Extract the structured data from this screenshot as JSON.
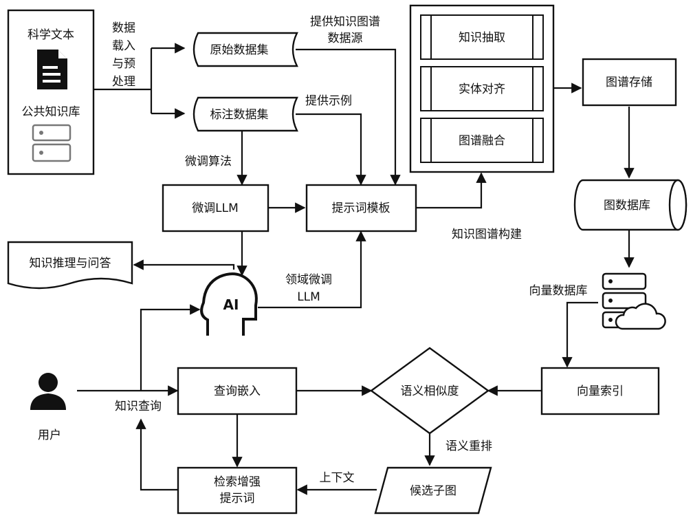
{
  "diagram": {
    "nodes": {
      "science_text": "科学文本",
      "public_kb": "公共知识库",
      "raw_dataset": "原始数据集",
      "labeled_dataset": "标注数据集",
      "finetune_llm": "微调LLM",
      "prompt_template": "提示词模板",
      "knowledge_extraction": "知识抽取",
      "entity_alignment": "实体对齐",
      "graph_fusion": "图谱融合",
      "graph_storage": "图谱存储",
      "graph_database": "图数据库",
      "vector_database": "向量数据库",
      "vector_index": "向量索引",
      "reasoning_qa": "知识推理与问答",
      "ai_badge": "AI",
      "user": "用户",
      "query_embedding": "查询嵌入",
      "semantic_similarity": "语义相似度",
      "retrieval_prompt_line1": "检索增强",
      "retrieval_prompt_line2": "提示词",
      "candidate_subgraph": "候选子图"
    },
    "edges": {
      "load_preprocess": [
        "数据",
        "载入",
        "与预",
        "处理"
      ],
      "provide_kg_source_line1": "提供知识图谱",
      "provide_kg_source_line2": "数据源",
      "provide_examples": "提供示例",
      "finetune_algorithm": "微调算法",
      "domain_llm_line1": "领域微调",
      "domain_llm_line2": "LLM",
      "kg_construction": "知识图谱构建",
      "knowledge_query": "知识查询",
      "semantic_rerank": "语义重排",
      "context": "上下文"
    }
  }
}
